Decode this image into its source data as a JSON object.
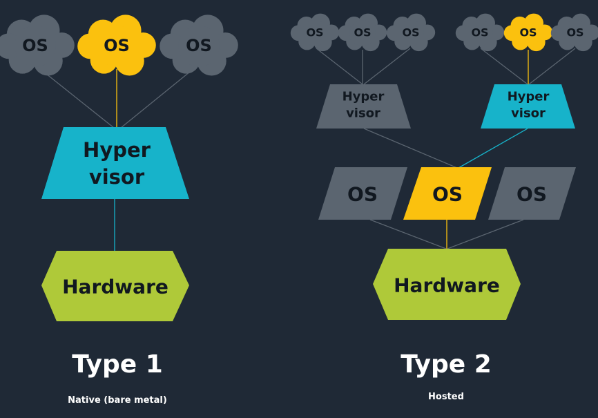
{
  "colors": {
    "background": "#1f2936",
    "gray": "#5b6570",
    "accent_yellow": "#fbc10e",
    "hypervisor_teal": "#17b3ca",
    "hardware_green": "#afc939",
    "text_dark": "#111820",
    "text_white": "#ffffff"
  },
  "type1": {
    "guests": [
      "OS",
      "OS",
      "OS"
    ],
    "hypervisor": [
      "Hyper",
      "visor"
    ],
    "hardware": "Hardware",
    "title": "Type 1",
    "subtitle": "Native (bare metal)"
  },
  "type2": {
    "left_guests": [
      "OS",
      "OS",
      "OS"
    ],
    "right_guests": [
      "OS",
      "OS",
      "OS"
    ],
    "left_hypervisor": [
      "Hyper",
      "visor"
    ],
    "right_hypervisor": [
      "Hyper",
      "visor"
    ],
    "host_os": [
      "OS",
      "OS",
      "OS"
    ],
    "hardware": "Hardware",
    "title": "Type 2",
    "subtitle": "Hosted"
  }
}
